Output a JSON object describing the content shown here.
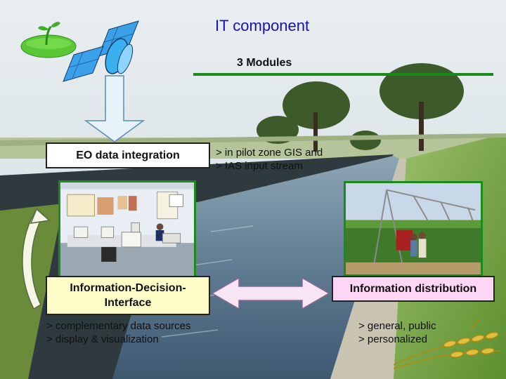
{
  "slide": {
    "title": "IT component",
    "subtitle": "3 Modules"
  },
  "modules": {
    "eo": {
      "label": "EO data integration",
      "notes": [
        "> in pilot zone GIS and",
        "> IAS input stream"
      ]
    },
    "idi": {
      "label_line1": "Information-Decision-",
      "label_line2": "Interface",
      "notes": [
        "> complementary data sources",
        "> display & visualization"
      ]
    },
    "dist": {
      "label": "Information distribution",
      "notes": [
        "> general, public",
        "> personalized"
      ]
    }
  },
  "icons": {
    "logo": "globe-sprout-logo",
    "satellite": "satellite-icon",
    "wheat": "wheat-icon"
  },
  "colors": {
    "title": "#1a10b8",
    "rule": "#1a8a1a",
    "box_eo": "#ffffff",
    "box_idi": "#fefdc8",
    "box_dist": "#fdd5f5",
    "arrow_fill": "#e6f3fb",
    "arrow_double": "#f7e4f5"
  }
}
